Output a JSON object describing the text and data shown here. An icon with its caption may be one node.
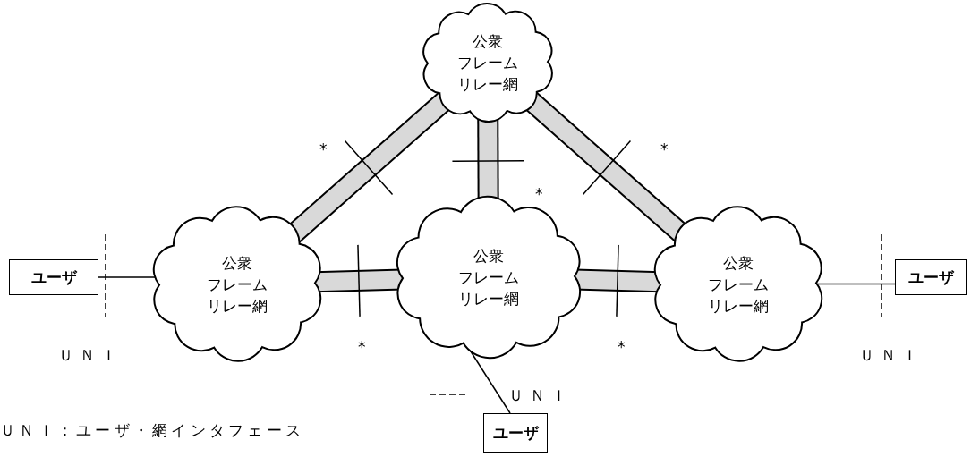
{
  "diagram": {
    "nodes": [
      {
        "text": [
          "公衆フレームリレー網"
        ]
      },
      {
        "text": [
          "公衆フレームリレー網"
        ]
      },
      {
        "text": [
          "公衆フレームリレー網"
        ]
      },
      {
        "text": [
          "公衆フレームリレー網"
        ]
      },
      {
        "text": [
          "ユーザ"
        ]
      },
      {
        "text": [
          "ユーザ"
        ]
      },
      {
        "text": [
          "ユーザ"
        ]
      }
    ],
    "edges": [
      {
        "from": 0,
        "to": 1,
        "arrow": "none"
      },
      {
        "from": 0,
        "to": 2,
        "arrow": "none"
      },
      {
        "from": 0,
        "to": 3,
        "arrow": "none"
      },
      {
        "from": 1,
        "to": 2,
        "arrow": "none"
      },
      {
        "from": 2,
        "to": 3,
        "arrow": "none"
      },
      {
        "from": 4,
        "to": 1,
        "arrow": "none",
        "color": "#000000"
      },
      {
        "from": 3,
        "to": 5,
        "arrow": "none",
        "color": "#000000"
      },
      {
        "from": 2,
        "to": 6,
        "arrow": "none",
        "color": "#000000"
      }
    ],
    "labels": [
      "*",
      "*",
      "*",
      "*",
      "*",
      "ＵＮＩ",
      "ＵＮＩ",
      "ＵＮＩ",
      "ＵＮＩ：ユーザ・網インタフェース"
    ]
  }
}
